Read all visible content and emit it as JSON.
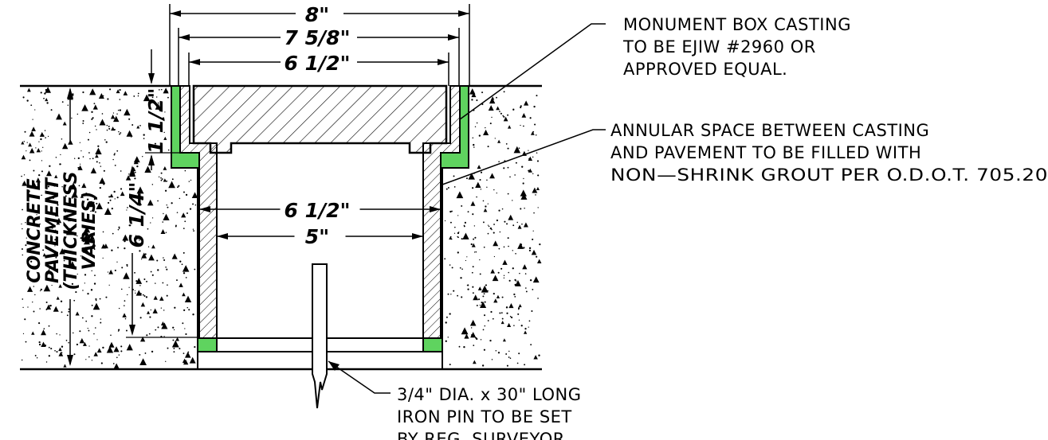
{
  "dimensions": {
    "overall_width": "8\"",
    "casting_width": "7 5/8\"",
    "lid_width": "6 1/2\"",
    "inner_width": "6 1/2\"",
    "base_width": "5\"",
    "lid_depth": "1 1/2\"",
    "box_depth": "6 1/4\""
  },
  "pavement_label": [
    "CONCRETE",
    "PAVEMENT",
    "(THICKNESS",
    "VARIES)"
  ],
  "notes": {
    "casting": [
      "MONUMENT BOX CASTING",
      "TO BE EJIW #2960 OR",
      "APPROVED EQUAL."
    ],
    "grout": [
      "ANNULAR SPACE BETWEEN CASTING",
      "AND PAVEMENT TO BE FILLED WITH",
      "NON—SHRINK GROUT PER O.D.O.T. 705.20"
    ],
    "pin": [
      "3/4\" DIA. x 30\" LONG",
      "IRON PIN TO BE SET",
      "BY REG. SURVEYOR"
    ]
  },
  "colors": {
    "grout": "#5fd35f",
    "line": "#000000",
    "background": "#ffffff"
  }
}
